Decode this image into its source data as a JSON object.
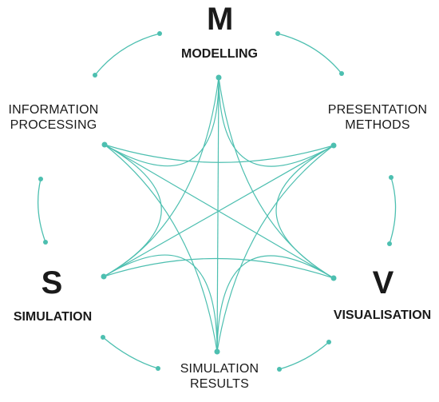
{
  "letters": {
    "m": "M",
    "s": "S",
    "v": "V"
  },
  "nodes": {
    "modelling": "MODELLING",
    "presentation_line1": "PRESENTATION",
    "presentation_line2": "METHODS",
    "information_line1": "INFORMATION",
    "information_line2": "PROCESSING",
    "simulation": "SIMULATION",
    "visualisation": "VISUALISATION",
    "results_line1": "SIMULATION",
    "results_line2": "RESULTS"
  },
  "colors": {
    "accent": "#4dbfb0",
    "text": "#1a1a1a"
  }
}
